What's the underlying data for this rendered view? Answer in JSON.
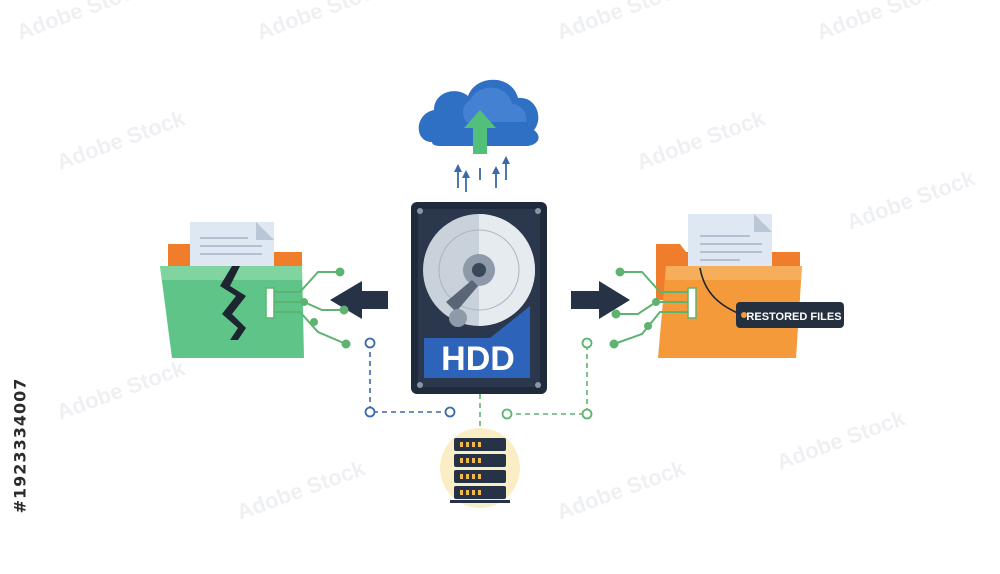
{
  "hdd": {
    "label": "HDD"
  },
  "tag": {
    "label": "RESTORED FILES"
  },
  "watermark": {
    "text": "Adobe Stock"
  },
  "stock_id": {
    "text": "#1923334007"
  },
  "colors": {
    "cloud": "#2f6fc4",
    "cloud_light": "#4b86d6",
    "upload_arrow": "#52c07a",
    "hdd_case": "#1f2a3c",
    "hdd_label_bg": "#2d63b8",
    "platter": "#c9d1da",
    "corrupt_folder": "#5ec487",
    "restored_folder": "#f49a3a",
    "folder_back": "#ef7d2b",
    "connector_green": "#5db36f",
    "connector_blue": "#3a6aa8",
    "arrow_dark": "#263246",
    "tag_bg": "#24303f",
    "server_glow": "#fbeec4"
  },
  "icons": {
    "cloud": "cloud-upload-icon",
    "hdd": "hard-drive-icon",
    "left_folder": "broken-folder-icon",
    "right_folder": "restored-folder-icon",
    "server": "server-rack-icon",
    "left_arrow": "arrow-left-icon",
    "right_arrow": "arrow-right-icon"
  }
}
